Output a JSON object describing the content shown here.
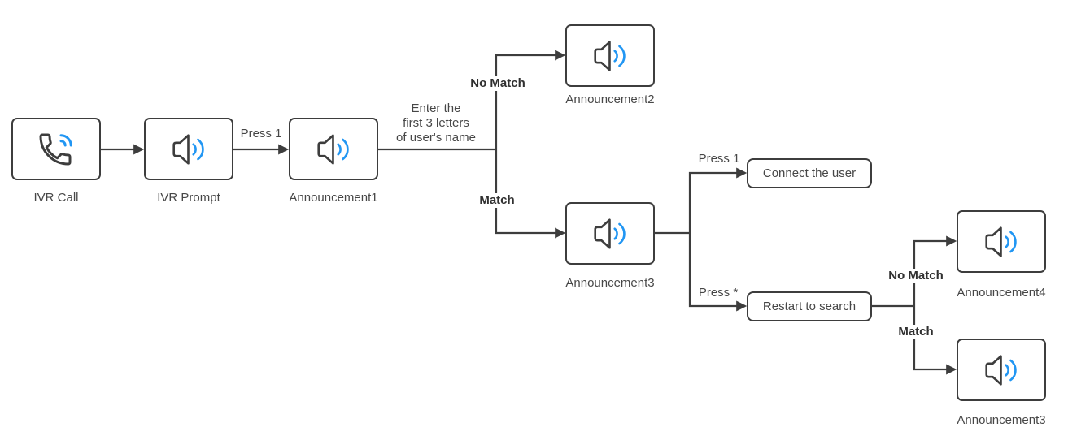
{
  "colors": {
    "line": "#3d3d3d",
    "text": "#474747",
    "textBold": "#303030",
    "blue": "#2196f3",
    "background": "#ffffff"
  },
  "nodes": {
    "ivr_call": {
      "label": "IVR Call",
      "icon": "phone-call-icon"
    },
    "ivr_prompt": {
      "label": "IVR Prompt",
      "icon": "speaker-icon"
    },
    "announcement1": {
      "label": "Announcement1",
      "icon": "speaker-icon"
    },
    "announcement2": {
      "label": "Announcement2",
      "icon": "speaker-icon"
    },
    "announcement3": {
      "label": "Announcement3",
      "icon": "speaker-icon"
    },
    "connect_user": {
      "label": "Connect the user"
    },
    "restart_search": {
      "label": "Restart to search"
    },
    "announcement4": {
      "label": "Announcement4",
      "icon": "speaker-icon"
    },
    "announcement3_repeat": {
      "label": "Announcement3",
      "icon": "speaker-icon"
    }
  },
  "edge_labels": {
    "press_1_first": "Press 1",
    "enter_name_lines": [
      "Enter the",
      "first 3 letters",
      "of user's name"
    ],
    "no_match_first": "No Match",
    "match_first": "Match",
    "press_1_second": "Press 1",
    "press_star": "Press *",
    "no_match_second": "No Match",
    "match_second": "Match"
  }
}
